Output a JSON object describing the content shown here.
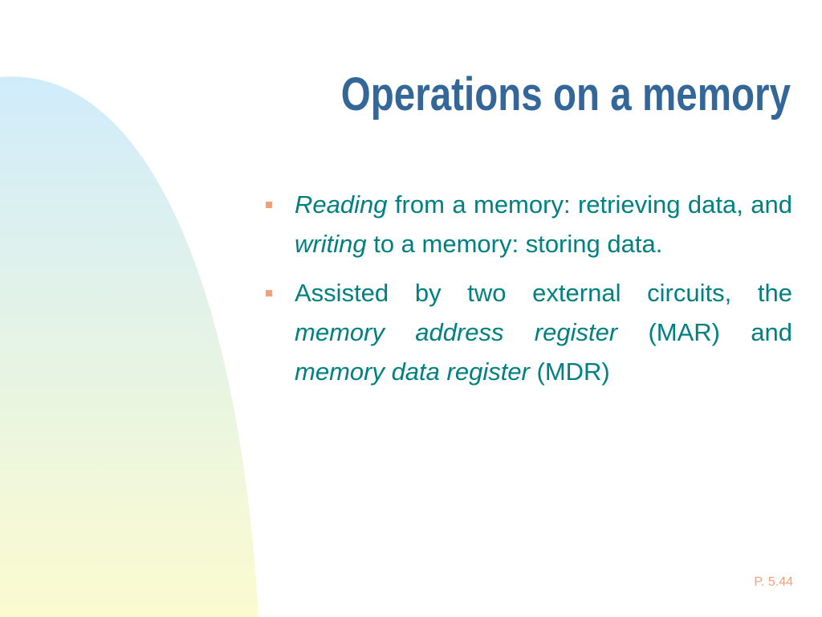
{
  "slide": {
    "title": "Operations on a memory",
    "page_number": "P. 5.44",
    "colors": {
      "title": "#336699",
      "body_text": "#008080",
      "bullet_marker": "#f4a07a",
      "page_number": "#f4a07a",
      "gradient_top": "#d0ecfb",
      "gradient_bottom": "#fbfbcf"
    }
  },
  "bullets": [
    {
      "segments": [
        {
          "text": "Reading",
          "italic": true
        },
        {
          "text": " from a memory: retrieving data, and ",
          "italic": false
        },
        {
          "text": "writing",
          "italic": true
        },
        {
          "text": " to a memory: storing data.",
          "italic": false
        }
      ]
    },
    {
      "segments": [
        {
          "text": "Assisted by two external circuits, the ",
          "italic": false
        },
        {
          "text": "memory address register",
          "italic": true
        },
        {
          "text": " (MAR) and ",
          "italic": false
        },
        {
          "text": "memory data register",
          "italic": true
        },
        {
          "text": " (MDR)",
          "italic": false
        }
      ]
    }
  ]
}
